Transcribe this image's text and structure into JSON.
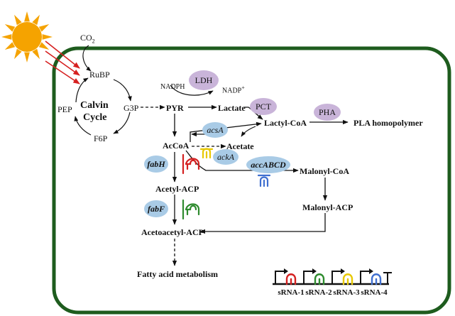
{
  "metabolites": {
    "co2": "CO",
    "co2_sub": "2",
    "rubp": "RuBP",
    "pep": "PEP",
    "calvin": "Calvin",
    "cycle": "Cycle",
    "g3p": "G3P",
    "f6p": "F6P",
    "nadph": "NADPH",
    "nadp": "NADP",
    "nadp_sup": "+",
    "pyr": "PYR",
    "lactate": "Lactate",
    "lactyl_coa": "Lactyl-CoA",
    "pla": "PLA homopolymer",
    "accoa": "AcCoA",
    "acetate": "Acetate",
    "malonyl_coa": "Malonyl-CoA",
    "acetyl_acp": "Acetyl-ACP",
    "malonyl_acp": "Malonyl-ACP",
    "acetoacetyl_acp": "Acetoacetyl-ACP",
    "fatty_acid": "Fatty acid metabolism"
  },
  "enzymes": {
    "ldh": "LDH",
    "pct": "PCT",
    "pha": "PHA",
    "acsa": "acsA",
    "acka": "ackA",
    "fabh": "fabH",
    "accabcd": "accABCD",
    "fabf": "fabF"
  },
  "srnas": [
    "sRNA-1",
    "sRNA-2",
    "sRNA-3",
    "sRNA-4"
  ],
  "colors": {
    "cell_border": "#1e5c1e",
    "sun": "#f5a300",
    "light_arrow": "#d62020",
    "srna_1": "#d42020",
    "srna_2": "#2e8b2e",
    "srna_3": "#e8c800",
    "srna_4": "#3f6fd0",
    "enzyme_blue": "#a9cbe6",
    "enzyme_purple": "#c9b4d9"
  }
}
